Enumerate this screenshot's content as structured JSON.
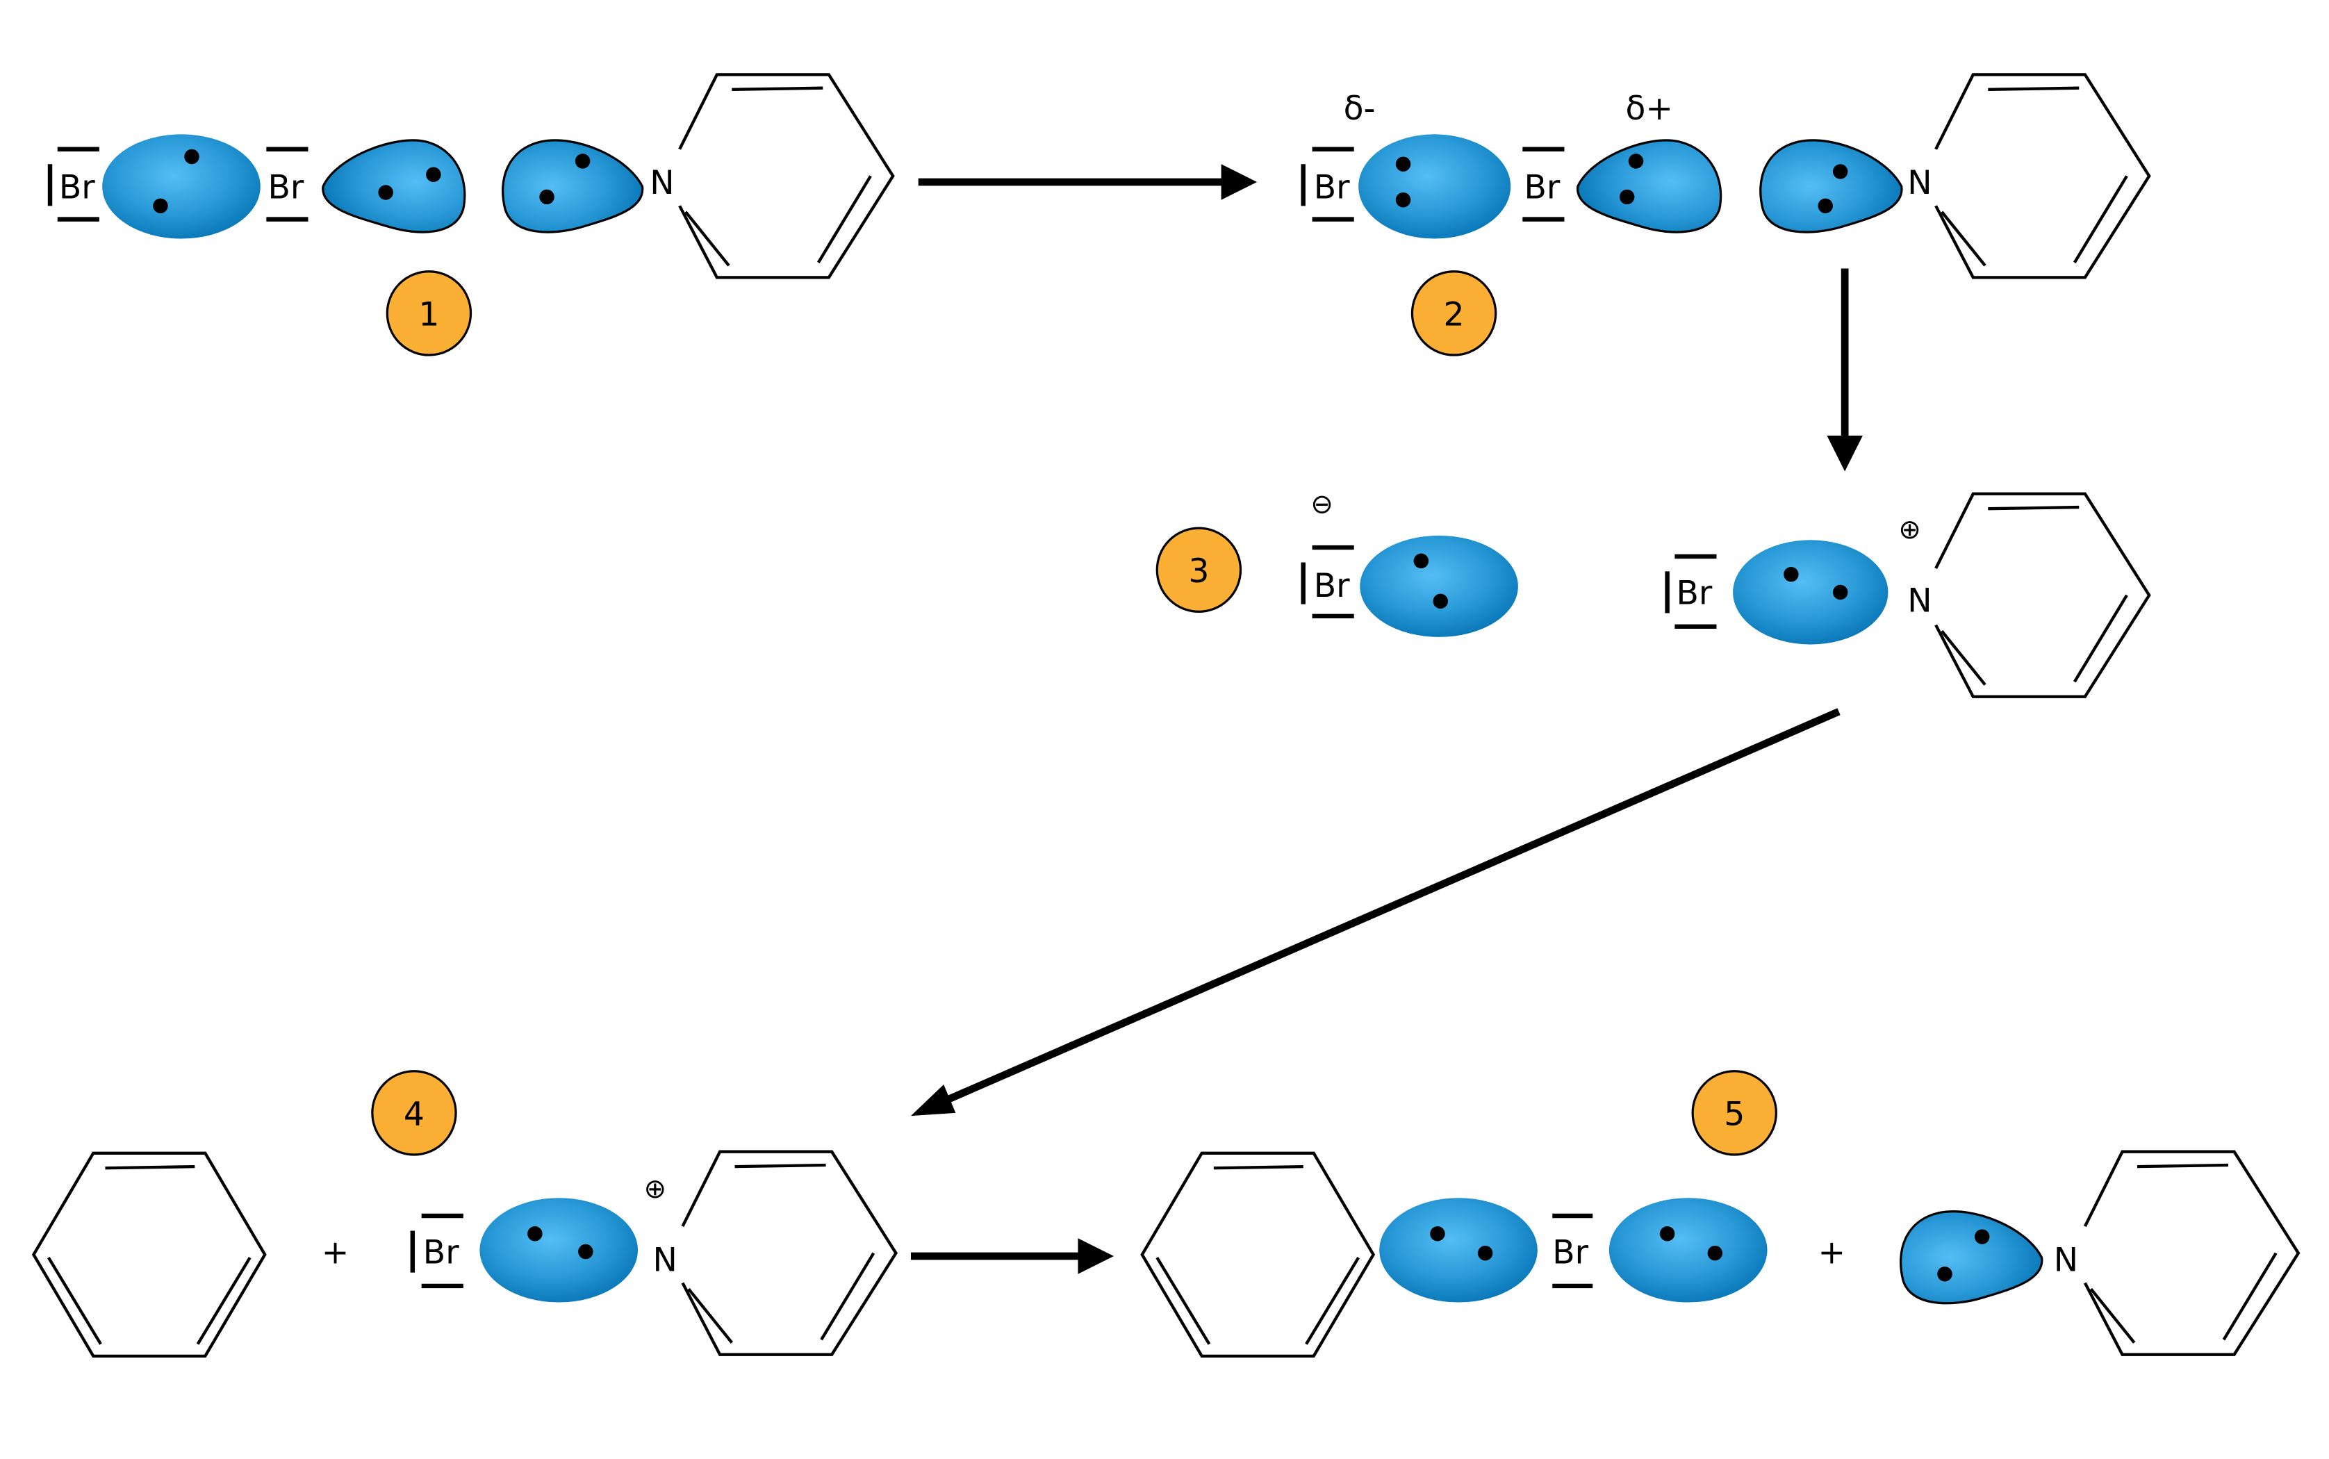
{
  "colors": {
    "orbital_light": "#55bdf5",
    "orbital_mid": "#2a9ad8",
    "orbital_dark": "#0674b5",
    "step_badge": "#fbaf35",
    "line": "#000000"
  },
  "steps": [
    {
      "number": "1"
    },
    {
      "number": "2"
    },
    {
      "number": "3"
    },
    {
      "number": "4"
    },
    {
      "number": "5"
    }
  ],
  "labels": {
    "bromine": "Br",
    "nitrogen": "N",
    "plus_sign": "+",
    "partial_negative": "δ-",
    "partial_positive": "δ+",
    "negative_charge": "⊖",
    "positive_charge": "⊕"
  },
  "molecules": {
    "pyridine": "pyridine ring",
    "benzene": "benzene ring"
  }
}
